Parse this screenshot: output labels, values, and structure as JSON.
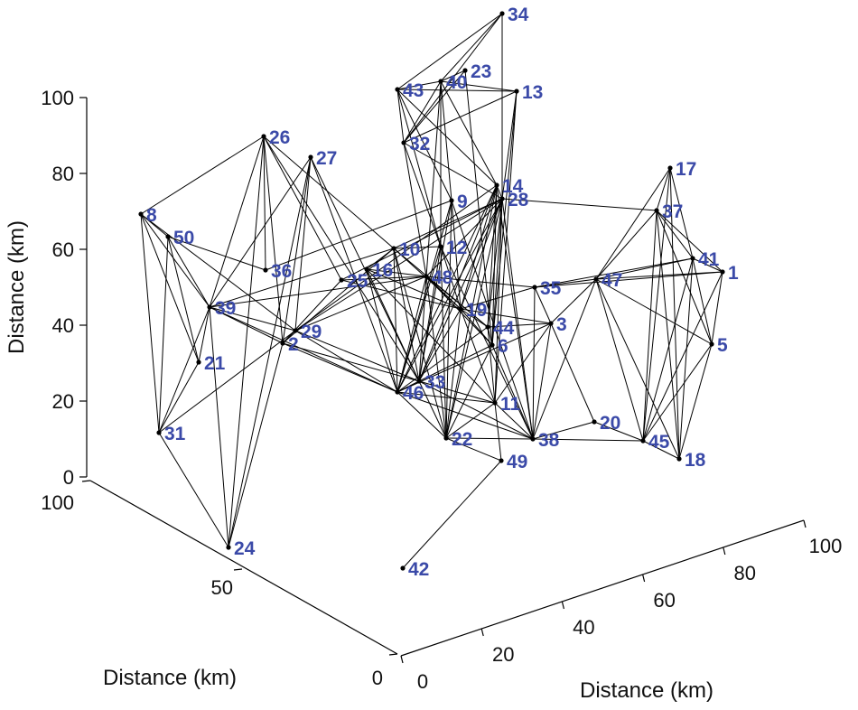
{
  "chart_data": {
    "type": "network-3d-scatter",
    "axes": {
      "x": {
        "label": "Distance (km)",
        "ticks": [
          "0",
          "20",
          "40",
          "60",
          "80",
          "100"
        ]
      },
      "y": {
        "label": "Distance (km)",
        "ticks": [
          "0",
          "50",
          "100"
        ]
      },
      "z": {
        "label": "Distance (km)",
        "ticks": [
          "0",
          "20",
          "40",
          "60",
          "80",
          "100"
        ]
      }
    },
    "nodes": [
      {
        "id": "1",
        "u": 800,
        "v": 301
      },
      {
        "id": "2",
        "u": 313,
        "v": 380
      },
      {
        "id": "3",
        "u": 610,
        "v": 358
      },
      {
        "id": "5",
        "u": 788,
        "v": 381
      },
      {
        "id": "6",
        "u": 545,
        "v": 382
      },
      {
        "id": "8",
        "u": 156,
        "v": 237
      },
      {
        "id": "9",
        "u": 500,
        "v": 222
      },
      {
        "id": "10",
        "u": 436,
        "v": 275
      },
      {
        "id": "11",
        "u": 548,
        "v": 446
      },
      {
        "id": "12",
        "u": 488,
        "v": 273
      },
      {
        "id": "13",
        "u": 572,
        "v": 101
      },
      {
        "id": "14",
        "u": 550,
        "v": 205
      },
      {
        "id": "16",
        "u": 406,
        "v": 298
      },
      {
        "id": "17",
        "u": 742,
        "v": 186
      },
      {
        "id": "18",
        "u": 752,
        "v": 508
      },
      {
        "id": "19",
        "u": 510,
        "v": 342
      },
      {
        "id": "20",
        "u": 658,
        "v": 467
      },
      {
        "id": "21",
        "u": 220,
        "v": 401
      },
      {
        "id": "22",
        "u": 494,
        "v": 485
      },
      {
        "id": "23",
        "u": 515,
        "v": 78
      },
      {
        "id": "24",
        "u": 253,
        "v": 606
      },
      {
        "id": "25",
        "u": 378,
        "v": 310
      },
      {
        "id": "26",
        "u": 292,
        "v": 151
      },
      {
        "id": "27",
        "u": 344,
        "v": 174
      },
      {
        "id": "28",
        "u": 556,
        "v": 220
      },
      {
        "id": "29",
        "u": 327,
        "v": 366
      },
      {
        "id": "31",
        "u": 176,
        "v": 479
      },
      {
        "id": "32",
        "u": 447,
        "v": 158
      },
      {
        "id": "33",
        "u": 464,
        "v": 422
      },
      {
        "id": "34",
        "u": 556,
        "v": 15
      },
      {
        "id": "35",
        "u": 592,
        "v": 318
      },
      {
        "id": "36",
        "u": 294,
        "v": 299
      },
      {
        "id": "37",
        "u": 727,
        "v": 233
      },
      {
        "id": "38",
        "u": 590,
        "v": 486
      },
      {
        "id": "39",
        "u": 232,
        "v": 340
      },
      {
        "id": "40",
        "u": 488,
        "v": 90
      },
      {
        "id": "41",
        "u": 767,
        "v": 286
      },
      {
        "id": "42",
        "u": 446,
        "v": 629
      },
      {
        "id": "43",
        "u": 440,
        "v": 99
      },
      {
        "id": "44",
        "u": 540,
        "v": 362
      },
      {
        "id": "45",
        "u": 712,
        "v": 488
      },
      {
        "id": "46",
        "u": 440,
        "v": 434
      },
      {
        "id": "47",
        "u": 660,
        "v": 309
      },
      {
        "id": "48",
        "u": 472,
        "v": 306
      },
      {
        "id": "49",
        "u": 555,
        "v": 510
      },
      {
        "id": "50",
        "u": 186,
        "v": 262
      }
    ],
    "edges": [
      [
        "34",
        "43"
      ],
      [
        "34",
        "40"
      ],
      [
        "34",
        "32"
      ],
      [
        "34",
        "28"
      ],
      [
        "43",
        "40"
      ],
      [
        "43",
        "13"
      ],
      [
        "43",
        "32"
      ],
      [
        "43",
        "9"
      ],
      [
        "43",
        "14"
      ],
      [
        "43",
        "12"
      ],
      [
        "40",
        "13"
      ],
      [
        "40",
        "32"
      ],
      [
        "40",
        "9"
      ],
      [
        "40",
        "12"
      ],
      [
        "40",
        "48"
      ],
      [
        "40",
        "14"
      ],
      [
        "40",
        "23"
      ],
      [
        "13",
        "28"
      ],
      [
        "13",
        "32"
      ],
      [
        "13",
        "6"
      ],
      [
        "13",
        "11"
      ],
      [
        "23",
        "32"
      ],
      [
        "23",
        "6"
      ],
      [
        "32",
        "48"
      ],
      [
        "32",
        "12"
      ],
      [
        "32",
        "28"
      ],
      [
        "26",
        "8"
      ],
      [
        "26",
        "39"
      ],
      [
        "26",
        "2"
      ],
      [
        "26",
        "24"
      ],
      [
        "26",
        "10"
      ],
      [
        "26",
        "25"
      ],
      [
        "26",
        "36"
      ],
      [
        "26",
        "33"
      ],
      [
        "27",
        "39"
      ],
      [
        "27",
        "2"
      ],
      [
        "27",
        "46"
      ],
      [
        "27",
        "33"
      ],
      [
        "27",
        "29"
      ],
      [
        "27",
        "24"
      ],
      [
        "8",
        "50"
      ],
      [
        "8",
        "21"
      ],
      [
        "8",
        "31"
      ],
      [
        "8",
        "39"
      ],
      [
        "8",
        "29"
      ],
      [
        "50",
        "36"
      ],
      [
        "50",
        "21"
      ],
      [
        "50",
        "31"
      ],
      [
        "50",
        "39"
      ],
      [
        "39",
        "2"
      ],
      [
        "39",
        "21"
      ],
      [
        "39",
        "31"
      ],
      [
        "39",
        "29"
      ],
      [
        "39",
        "48"
      ],
      [
        "39",
        "10"
      ],
      [
        "39",
        "46"
      ],
      [
        "21",
        "31"
      ],
      [
        "31",
        "24"
      ],
      [
        "31",
        "29"
      ],
      [
        "24",
        "39"
      ],
      [
        "24",
        "2"
      ],
      [
        "36",
        "9"
      ],
      [
        "2",
        "10"
      ],
      [
        "2",
        "33"
      ],
      [
        "2",
        "46"
      ],
      [
        "2",
        "29"
      ],
      [
        "2",
        "25"
      ],
      [
        "29",
        "28"
      ],
      [
        "29",
        "33"
      ],
      [
        "29",
        "46"
      ],
      [
        "29",
        "48"
      ],
      [
        "29",
        "14"
      ],
      [
        "25",
        "28"
      ],
      [
        "25",
        "48"
      ],
      [
        "25",
        "19"
      ],
      [
        "10",
        "16"
      ],
      [
        "10",
        "19"
      ],
      [
        "10",
        "46"
      ],
      [
        "10",
        "33"
      ],
      [
        "10",
        "22"
      ],
      [
        "10",
        "28"
      ],
      [
        "10",
        "44"
      ],
      [
        "10",
        "12"
      ],
      [
        "16",
        "33"
      ],
      [
        "16",
        "46"
      ],
      [
        "16",
        "48"
      ],
      [
        "16",
        "19"
      ],
      [
        "16",
        "11"
      ],
      [
        "48",
        "19"
      ],
      [
        "48",
        "35"
      ],
      [
        "48",
        "6"
      ],
      [
        "48",
        "33"
      ],
      [
        "48",
        "46"
      ],
      [
        "48",
        "22"
      ],
      [
        "48",
        "28"
      ],
      [
        "48",
        "44"
      ],
      [
        "12",
        "46"
      ],
      [
        "12",
        "33"
      ],
      [
        "12",
        "22"
      ],
      [
        "12",
        "38"
      ],
      [
        "12",
        "19"
      ],
      [
        "9",
        "46"
      ],
      [
        "9",
        "33"
      ],
      [
        "9",
        "22"
      ],
      [
        "9",
        "38"
      ],
      [
        "9",
        "19"
      ],
      [
        "14",
        "33"
      ],
      [
        "14",
        "46"
      ],
      [
        "14",
        "44"
      ],
      [
        "14",
        "28"
      ],
      [
        "14",
        "22"
      ],
      [
        "14",
        "38"
      ],
      [
        "14",
        "19"
      ],
      [
        "14",
        "6"
      ],
      [
        "28",
        "33"
      ],
      [
        "28",
        "46"
      ],
      [
        "28",
        "22"
      ],
      [
        "28",
        "38"
      ],
      [
        "28",
        "11"
      ],
      [
        "28",
        "44"
      ],
      [
        "28",
        "6"
      ],
      [
        "28",
        "19"
      ],
      [
        "28",
        "37"
      ],
      [
        "19",
        "35"
      ],
      [
        "19",
        "44"
      ],
      [
        "19",
        "6"
      ],
      [
        "19",
        "33"
      ],
      [
        "19",
        "22"
      ],
      [
        "19",
        "11"
      ],
      [
        "19",
        "3"
      ],
      [
        "44",
        "3"
      ],
      [
        "44",
        "6"
      ],
      [
        "44",
        "11"
      ],
      [
        "44",
        "46"
      ],
      [
        "6",
        "33"
      ],
      [
        "6",
        "38"
      ],
      [
        "6",
        "22"
      ],
      [
        "33",
        "46"
      ],
      [
        "33",
        "22"
      ],
      [
        "33",
        "11"
      ],
      [
        "33",
        "38"
      ],
      [
        "46",
        "22"
      ],
      [
        "46",
        "11"
      ],
      [
        "46",
        "38"
      ],
      [
        "46",
        "3"
      ],
      [
        "22",
        "38"
      ],
      [
        "22",
        "49"
      ],
      [
        "22",
        "11"
      ],
      [
        "38",
        "3"
      ],
      [
        "38",
        "35"
      ],
      [
        "38",
        "47"
      ],
      [
        "38",
        "20"
      ],
      [
        "38",
        "45"
      ],
      [
        "38",
        "11"
      ],
      [
        "49",
        "42"
      ],
      [
        "49",
        "11"
      ],
      [
        "35",
        "47"
      ],
      [
        "35",
        "3"
      ],
      [
        "35",
        "41"
      ],
      [
        "35",
        "1"
      ],
      [
        "3",
        "47"
      ],
      [
        "3",
        "20"
      ],
      [
        "3",
        "11"
      ],
      [
        "47",
        "17"
      ],
      [
        "47",
        "37"
      ],
      [
        "47",
        "41"
      ],
      [
        "47",
        "1"
      ],
      [
        "47",
        "45"
      ],
      [
        "47",
        "18"
      ],
      [
        "47",
        "5"
      ],
      [
        "17",
        "37"
      ],
      [
        "17",
        "41"
      ],
      [
        "17",
        "45"
      ],
      [
        "17",
        "18"
      ],
      [
        "37",
        "41"
      ],
      [
        "37",
        "1"
      ],
      [
        "37",
        "45"
      ],
      [
        "37",
        "18"
      ],
      [
        "37",
        "5"
      ],
      [
        "41",
        "1"
      ],
      [
        "41",
        "5"
      ],
      [
        "41",
        "45"
      ],
      [
        "41",
        "18"
      ],
      [
        "1",
        "5"
      ],
      [
        "1",
        "45"
      ],
      [
        "5",
        "45"
      ],
      [
        "5",
        "18"
      ],
      [
        "45",
        "18"
      ],
      [
        "45",
        "20"
      ]
    ]
  }
}
